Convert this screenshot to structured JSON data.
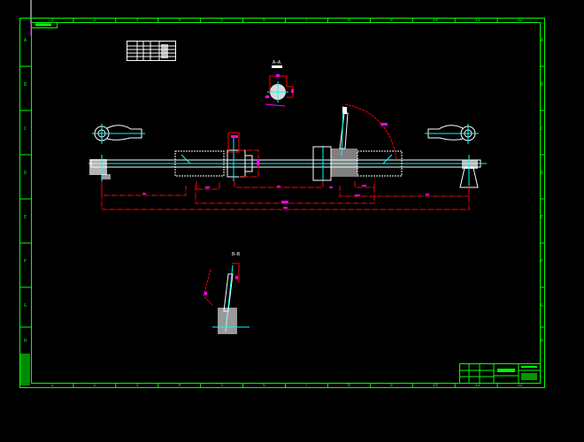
{
  "drawing": {
    "row_labels": [
      "A",
      "B",
      "C",
      "D",
      "E",
      "F",
      "G",
      "H"
    ],
    "column_labels": [
      "1",
      "2",
      "3",
      "4",
      "5",
      "6",
      "7",
      "8",
      "9",
      "10",
      "11",
      "12"
    ],
    "section_labels": {
      "top": "A—A",
      "lower": "B—B"
    },
    "colors": {
      "background": "#000000",
      "frame": "#00ff00",
      "geometry": "#ffffff",
      "centerline": "#00ffff",
      "dimension": "#ff0000",
      "dimension_text": "#ff00ff"
    }
  }
}
